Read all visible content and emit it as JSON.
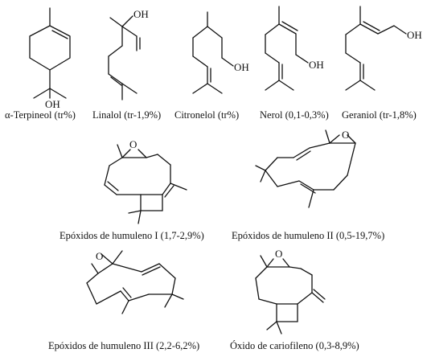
{
  "atom_labels": {
    "oh": "OH",
    "o": "O"
  },
  "compounds": [
    {
      "id": "terpineol",
      "caption": "α-Terpineol (tr%)"
    },
    {
      "id": "linalol",
      "caption": "Linalol (tr-1,9%)"
    },
    {
      "id": "citronelol",
      "caption": "Citronelol (tr%)"
    },
    {
      "id": "nerol",
      "caption": "Nerol (0,1-0,3%)"
    },
    {
      "id": "geraniol",
      "caption": "Geraniol (tr-1,8%)"
    },
    {
      "id": "humuleno-1",
      "caption": "Epóxidos de humuleno I (1,7-2,9%)"
    },
    {
      "id": "humuleno-2",
      "caption": "Epóxidos de humuleno II (0,5-19,7%)"
    },
    {
      "id": "humuleno-3",
      "caption": "Epóxidos de humuleno III (2,2-6,2%)"
    },
    {
      "id": "cariofileno",
      "caption": "Óxido de cariofileno (0,3-8,9%)"
    }
  ]
}
